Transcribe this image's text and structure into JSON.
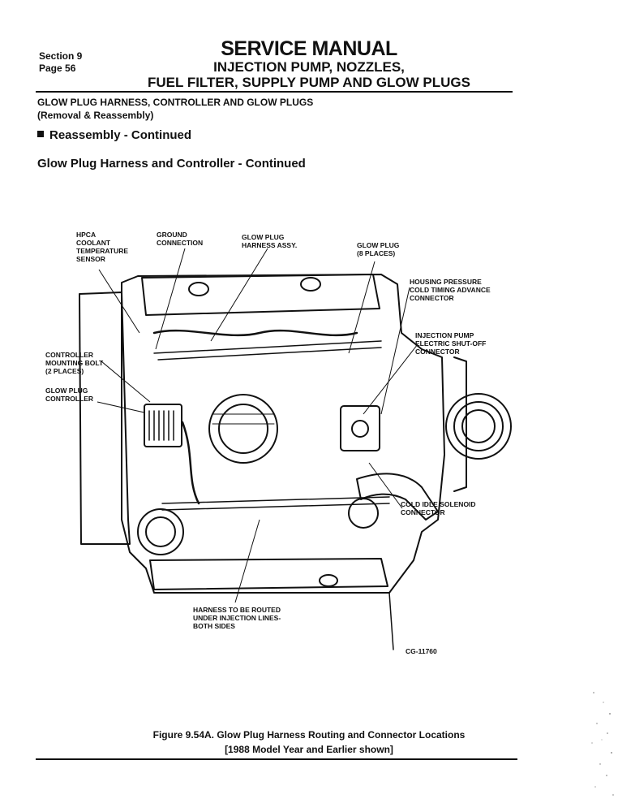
{
  "header": {
    "section": "Section 9",
    "page": "Page 56",
    "title": "SERVICE MANUAL",
    "subtitle_line1": "INJECTION PUMP, NOZZLES,",
    "subtitle_line2": "FUEL FILTER, SUPPLY PUMP AND GLOW PLUGS"
  },
  "topic": {
    "line1": "GLOW PLUG HARNESS, CONTROLLER AND GLOW PLUGS",
    "line2": "(Removal & Reassembly)"
  },
  "reassembly_heading": "Reassembly - Continued",
  "subheading": "Glow Plug Harness and Controller - Continued",
  "figure": {
    "labels": {
      "hpca": [
        "HPCA",
        "COOLANT",
        "TEMPERATURE",
        "SENSOR"
      ],
      "ground": [
        "GROUND",
        "CONNECTION"
      ],
      "harness_assy": [
        "GLOW PLUG",
        "HARNESS ASSY."
      ],
      "glow_plug": [
        "GLOW PLUG",
        "(8 PLACES)"
      ],
      "housing_pressure": [
        "HOUSING PRESSURE",
        "COLD TIMING ADVANCE",
        "CONNECTOR"
      ],
      "injection_pump": [
        "INJECTION PUMP",
        "ELECTRIC SHUT-OFF",
        "CONNECTOR"
      ],
      "controller_bolt": [
        "CONTROLLER",
        "MOUNTING BOLT",
        "(2 PLACES)"
      ],
      "glow_plug_controller": [
        "GLOW PLUG",
        "CONTROLLER"
      ],
      "cold_idle": [
        "COLD IDLE SOLENOID",
        "CONNECTOR"
      ],
      "harness_routed": [
        "HARNESS TO BE ROUTED",
        "UNDER INJECTION LINES-",
        "BOTH SIDES"
      ],
      "code": "CG-11760"
    }
  },
  "caption": {
    "line1": "Figure 9.54A.  Glow Plug Harness Routing and Connector Locations",
    "line2": "[1988 Model Year and Earlier shown]"
  }
}
